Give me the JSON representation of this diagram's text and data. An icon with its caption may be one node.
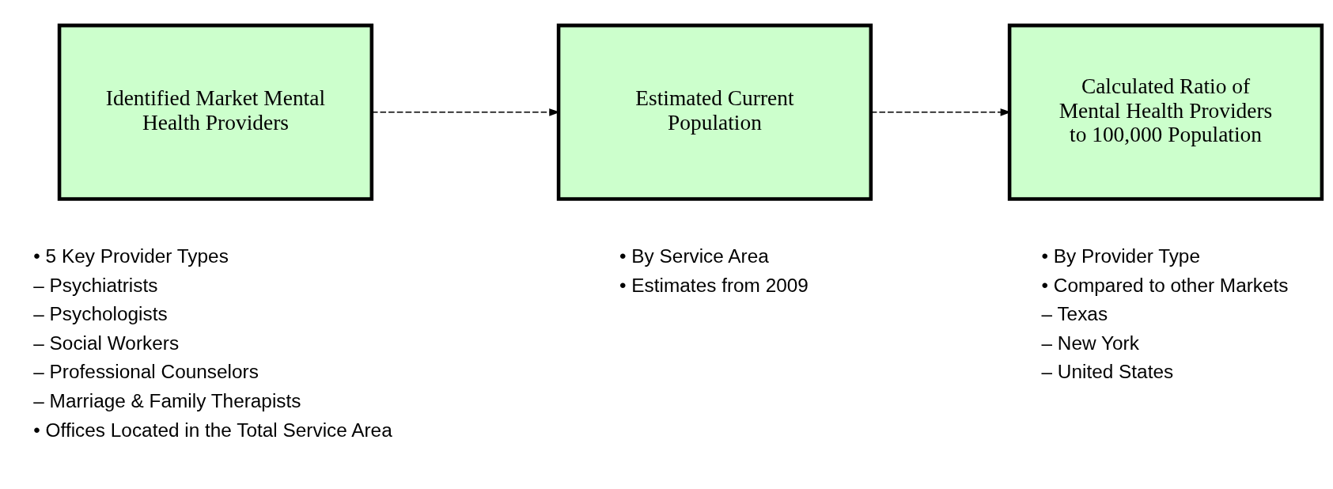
{
  "diagram": {
    "nodes": [
      {
        "text": [
          "Identified Market Mental Health Providers"
        ],
        "beside": [
          "• 5 Key Provider Types",
          "– Psychiatrists",
          "– Psychologists",
          "– Social Workers",
          "– Professional Counselors",
          "– Marriage & Family Therapists",
          "• Offices Located in the Total Service Area"
        ]
      },
      {
        "text": [
          "Estimated Current Population"
        ],
        "beside": [
          "• By Service Area",
          "• Estimates from 2009"
        ]
      },
      {
        "text": [
          "Calculated Ratio of Mental Health Providers to 100,000 Population"
        ],
        "beside": [
          "• By Provider Type",
          "• Compared to other Markets",
          "– Texas",
          "– New York",
          "– United States"
        ]
      }
    ],
    "edges": [
      {
        "from": 0,
        "to": 1,
        "arrow": "to",
        "style": "dashed"
      },
      {
        "from": 1,
        "to": 2,
        "arrow": "to",
        "style": "dashed"
      }
    ]
  }
}
